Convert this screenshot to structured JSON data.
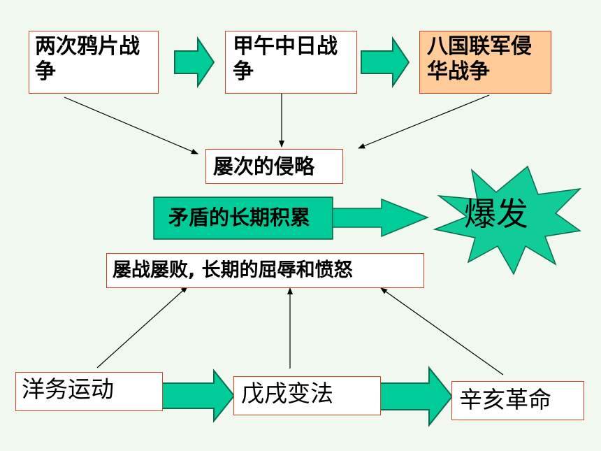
{
  "colors": {
    "background": "#f0f8ef",
    "box_border": "#d6411f",
    "highlight_fill": "#ffcc99",
    "arrow_fill": "#00cc99",
    "arrow_stroke": "#0b6b4f",
    "burst_fill": "#11cc99"
  },
  "nodes": {
    "opium_wars": "两次鸦片战争",
    "sino_japanese_war": "甲午中日战争",
    "eight_nation_alliance": "八国联军侵华战争",
    "repeated_invasion": "屡次的侵略",
    "long_accumulation": "矛盾的长期积累",
    "outbreak": "爆发",
    "humiliation": "屡战屡败, 长期的屈辱和愤怒",
    "self_strengthening": "洋务运动",
    "hundred_days_reform": "戊戌变法",
    "xinhai_revolution": "辛亥革命"
  }
}
